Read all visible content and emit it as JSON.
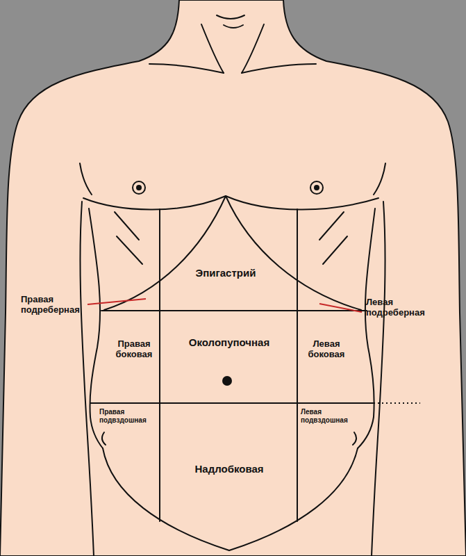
{
  "diagram": {
    "labels": [
      "Эпигастрий",
      "Правая подреберная",
      "Левая подреберная",
      "Правая боковая",
      "Околопупочная",
      "Левая боковая",
      "Правая подвздошная",
      "Левая подвздошная",
      "Надлобковая"
    ]
  }
}
